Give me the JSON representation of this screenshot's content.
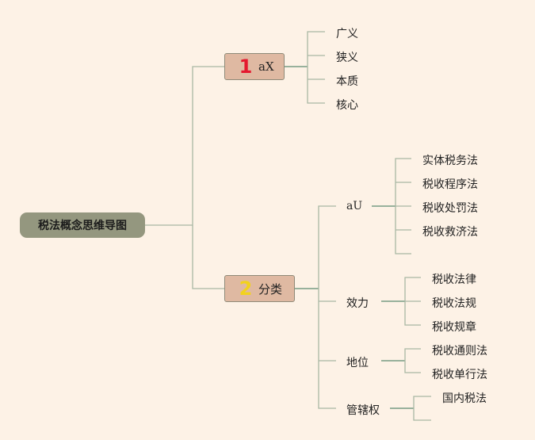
{
  "root": {
    "label": "税法概念思维导图"
  },
  "branches": [
    {
      "badge": "1",
      "label": "aX",
      "color": "#e4182f",
      "children": [
        "广义",
        "狭义",
        "本质",
        "核心"
      ]
    },
    {
      "badge": "2",
      "label": "分类",
      "color": "#f2d21c",
      "children": [
        {
          "label": "aU",
          "children": [
            "实体税务法",
            "税收程序法",
            "税收处罚法",
            "税收救济法",
            ""
          ]
        },
        {
          "label": "效力",
          "children": [
            "税收法律",
            "税收法规",
            "税收规章"
          ]
        },
        {
          "label": "地位",
          "children": [
            "税收通则法",
            "税收单行法"
          ]
        },
        {
          "label": "管辖权",
          "children": [
            "国内税法",
            ""
          ]
        }
      ]
    }
  ],
  "colors": {
    "background": "#fdf2e6",
    "root": "#94977f",
    "branch": "#dfb9a2",
    "line": "#5c8a70"
  }
}
